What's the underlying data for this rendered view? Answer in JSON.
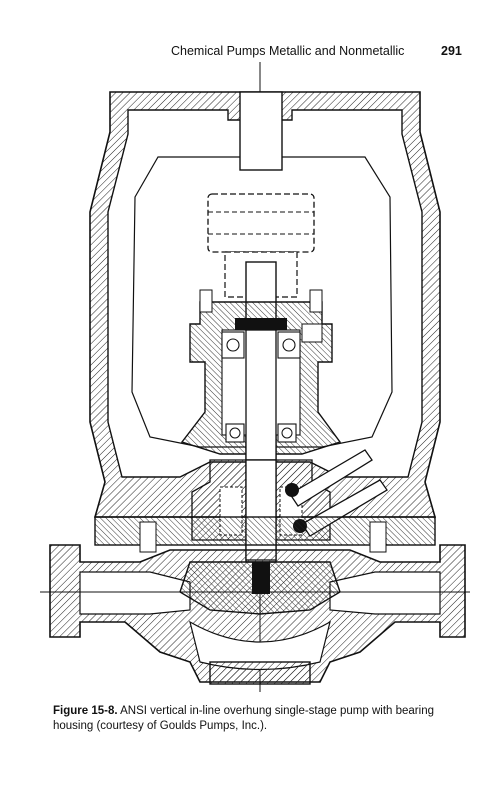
{
  "header": {
    "running_head": "Chemical Pumps Metallic and Nonmetallic",
    "page_number": "291"
  },
  "figure": {
    "illustration": "ansi-vertical-inline-pump-cross-section",
    "caption_label": "Figure 15-8.",
    "caption_text": "ANSI vertical in-line overhung single-stage pump with bearing housing (courtesy of Goulds Pumps, Inc.)."
  }
}
